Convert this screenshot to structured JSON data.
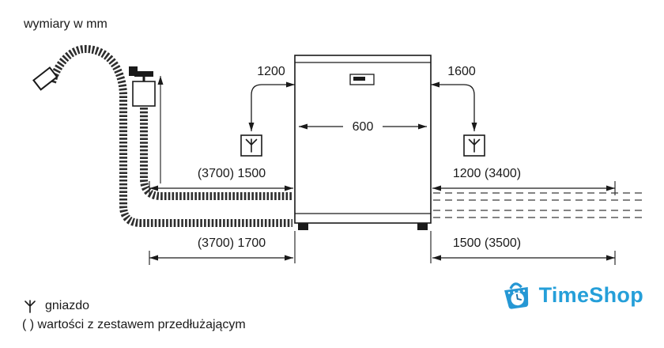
{
  "header": {
    "note": "wymiary w mm"
  },
  "diagram": {
    "dims": {
      "cord_left": "1200",
      "cord_right": "1600",
      "width": "600",
      "mid_left": "(3700) 1500",
      "mid_right": "1200 (3400)",
      "bottom_left": "(3700) 1700",
      "bottom_right": "1500 (3500)"
    },
    "icons": {
      "socket": "socket-trident-glyph",
      "tap": "water-tap-symbol",
      "hose": "corrugated-hose"
    }
  },
  "legend": {
    "socket_label": "gniazdo",
    "extension_note": "( ) wartości z zestawem przedłużającym"
  },
  "logo": {
    "text": "TimeShop",
    "color": "#259fd9",
    "icon": "shopping-basket-clock-icon"
  },
  "colors": {
    "line": "#1a1a1a",
    "logo_blue": "#2597d4"
  }
}
